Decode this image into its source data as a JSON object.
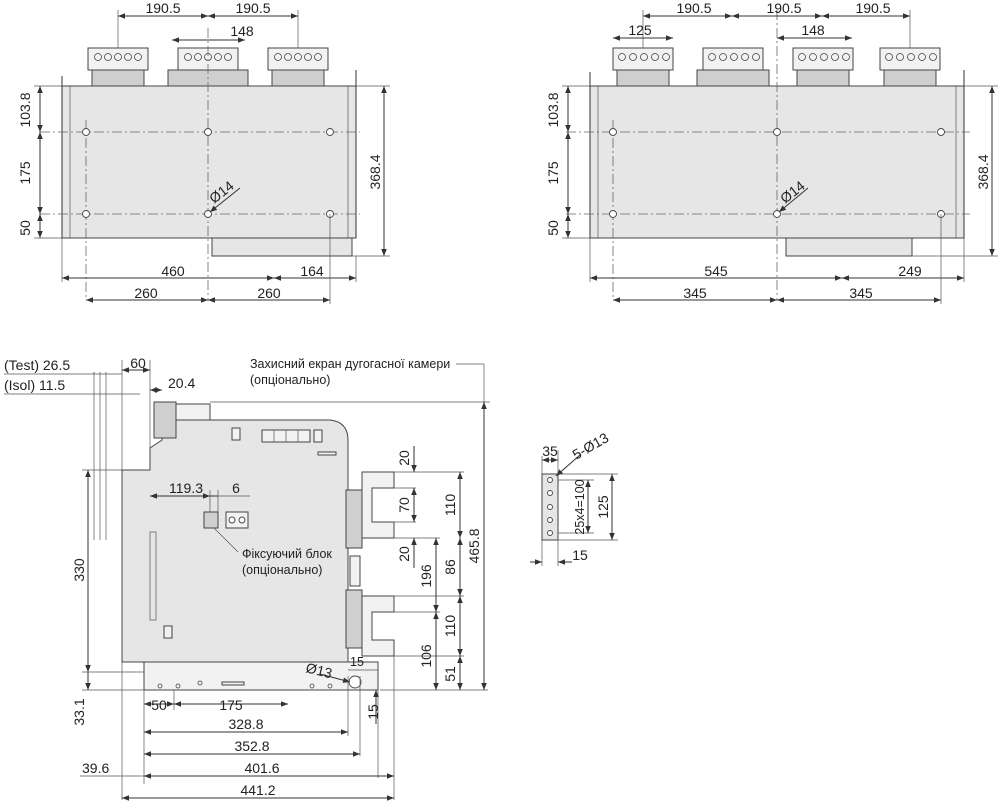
{
  "top_left_view": {
    "dims_top": [
      "190.5",
      "190.5",
      "148"
    ],
    "dims_left": [
      "103.8",
      "175",
      "50"
    ],
    "dim_right": "368.4",
    "hole_label": "Ø14",
    "dims_bottom": [
      "460",
      "164",
      "260",
      "260"
    ]
  },
  "top_right_view": {
    "dims_top": [
      "125",
      "190.5",
      "190.5",
      "190.5",
      "148"
    ],
    "dims_left": [
      "103.8",
      "175",
      "50"
    ],
    "dim_right": "368.4",
    "hole_label": "Ø14",
    "dims_bottom": [
      "545",
      "249",
      "345",
      "345"
    ]
  },
  "side_view": {
    "test_label": "(Test) 26.5",
    "isol_label": "(Isol) 11.5",
    "dim_60": "60",
    "dim_20_4": "20.4",
    "arc_shield_note_line1": "Захисний екран дугогасної камери",
    "arc_shield_note_line2": "(опціонально)",
    "dim_119_3": "119.3",
    "dim_6": "6",
    "lock_note_line1": "Фіксуючий блок",
    "lock_note_line2": "(опціонально)",
    "dim_330": "330",
    "dim_33_1": "33.1",
    "dim_39_6": "39.6",
    "hole_label": "Ø13",
    "dim_15_top": "15",
    "dim_15_side": "15",
    "dims_bottom": [
      "50",
      "175",
      "328.8",
      "352.8",
      "401.6",
      "441.2"
    ],
    "dims_right_inner": [
      "20",
      "70",
      "20",
      "106"
    ],
    "dims_right_mid": [
      "110",
      "196",
      "86",
      "110",
      "51"
    ],
    "dim_465_8": "465.8"
  },
  "terminal_detail": {
    "dim_35": "35",
    "holes_label": "5-Ø13",
    "spacing_label": "25x4=100",
    "dim_125": "125",
    "dim_15": "15"
  }
}
